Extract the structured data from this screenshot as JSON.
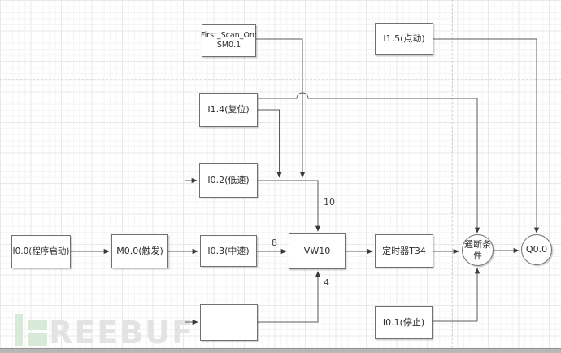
{
  "colors": {
    "node_border": "#707070",
    "connector": "#5c5c5c",
    "arrowhead": "#3a3a3a",
    "watermark_green": "#d7ead7",
    "watermark_gray": "#e3e3e3"
  },
  "diagram": {
    "nodes": {
      "first_scan": {
        "label": "First_Scan_On:",
        "sublabel": "SM0.1"
      },
      "i1_5": {
        "label": "I1.5(点动)"
      },
      "i1_4": {
        "label": "I1.4(复位)"
      },
      "i0_2": {
        "label": "I0.2(低速)"
      },
      "i0_0": {
        "label": "I0.0(程序启动)"
      },
      "m0_0": {
        "label": "M0.0(触发)"
      },
      "i0_3": {
        "label": "I0.3(中速)"
      },
      "vw10": {
        "label": "VW10"
      },
      "t34": {
        "label": "定时器T34"
      },
      "i0_1": {
        "label": "I0.1(停止)"
      },
      "cond": {
        "label": "通断条件"
      },
      "q0_0": {
        "label": "Q0.0"
      }
    },
    "edge_labels": {
      "vw10_top": "10",
      "vw10_left": "8",
      "vw10_bottom": "4"
    }
  },
  "watermark": {
    "text": "REEBUF"
  }
}
